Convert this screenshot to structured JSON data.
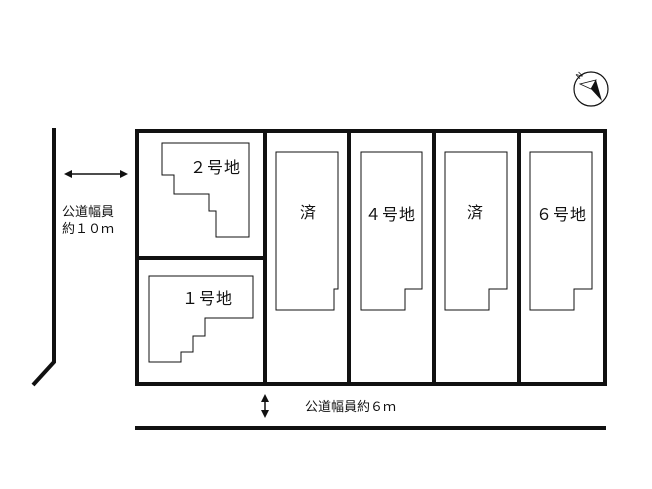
{
  "plots": [
    {
      "id": "2",
      "label": "２号地"
    },
    {
      "id": "1",
      "label": "１号地"
    },
    {
      "id": "3",
      "label": "済"
    },
    {
      "id": "4",
      "label": "４号地"
    },
    {
      "id": "5",
      "label": "済"
    },
    {
      "id": "6",
      "label": "６号地"
    }
  ],
  "west_road": {
    "line1": "公道幅員",
    "line2": "約１０ｍ"
  },
  "south_road": {
    "label": "公道幅員約６ｍ"
  },
  "compass": {
    "north_label": "N"
  },
  "colors": {
    "line": "#111111",
    "background": "#ffffff"
  }
}
